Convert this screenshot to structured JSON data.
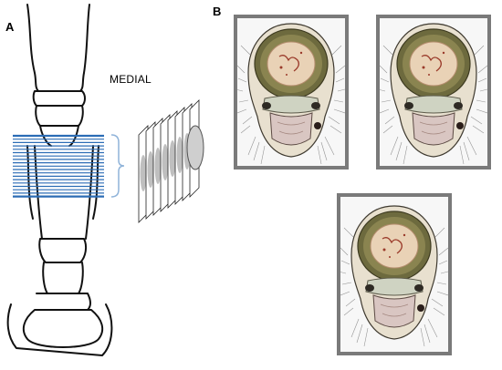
{
  "figure": {
    "panel_a_label": "A",
    "panel_b_label": "B",
    "orientation_label": "MEDIAL"
  },
  "colors": {
    "slice_lines": "#2b6cb5",
    "bracket": "#8fb3d9",
    "frame_border": "#7a7a7a",
    "bone_marrow": "#e9d2b6",
    "cortex_ring": "#6d6a3e",
    "hair": "#555555"
  },
  "icons": {
    "limb_outline": "leg-bone-outline-icon",
    "slice_stack": "slice-stack-icon",
    "tissue_section": "cross-section-icon"
  },
  "sections": [
    {
      "id": "section-1"
    },
    {
      "id": "section-2"
    },
    {
      "id": "section-3"
    }
  ]
}
